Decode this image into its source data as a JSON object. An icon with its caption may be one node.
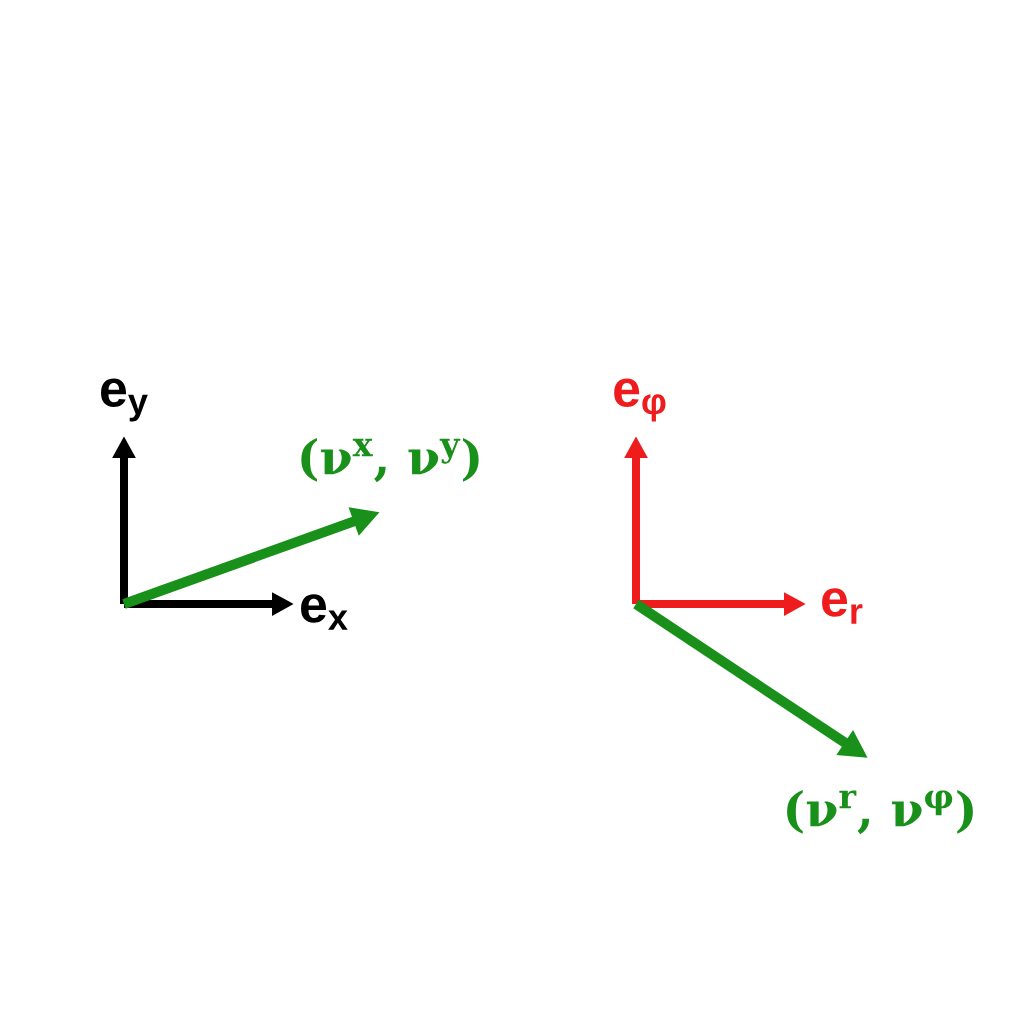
{
  "diagram": {
    "labels": [
      "e$_{y}$",
      "e$_{φ}$",
      "(ν$^{x}$, ν$^{y}$)",
      "e$_{x}$",
      "e$_{r}$",
      "(ν$^{r}$, ν$^{φ}$)"
    ]
  }
}
